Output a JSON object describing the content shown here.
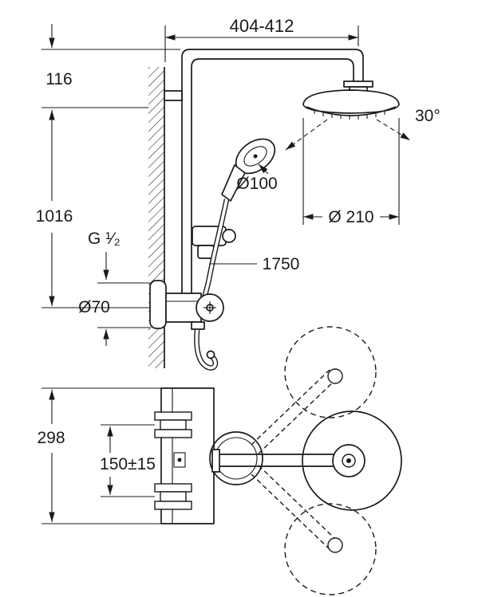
{
  "drawing": {
    "background": "#ffffff",
    "line_color": "#1a1a1a",
    "description": "Shower system installation drawing with dimensions, side view above and plan (swivel range) view below"
  },
  "dimensions": {
    "width_range": "404-412",
    "top_offset": "116",
    "height": "1016",
    "tilt_angle": "30°",
    "hand_shower_diameter": "Ø100",
    "head_shower_diameter": "Ø 210",
    "thread_size": "G ¹⁄₂",
    "hose_length": "1750",
    "escutcheon_diameter": "Ø70",
    "plan_height": "298",
    "connection_spacing": "150±15"
  }
}
